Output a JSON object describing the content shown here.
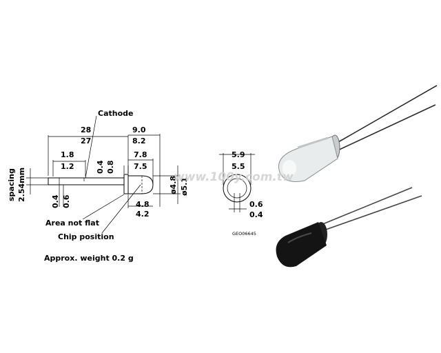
{
  "side_view": {
    "label_cathode": "Cathode",
    "dim_28": "28",
    "dim_27": "27",
    "dim_18": "1.8",
    "dim_12": "1.2",
    "dim_04a": "0.4",
    "dim_08": "0.8",
    "dim_90": "9.0",
    "dim_82": "8.2",
    "dim_78": "7.8",
    "dim_75": "7.5",
    "dim_48": "4.8",
    "dim_42": "4.2",
    "dim_d48": "ø4.8",
    "dim_d51": "ø5.1",
    "spacing_line1": "spacing",
    "spacing_line2": "2.54mm",
    "dim_04b": "0.4",
    "dim_06": "0.6",
    "label_area": "Area not flat",
    "label_chip": "Chip position",
    "weight": "Approx. weight 0.2 g"
  },
  "front_view": {
    "dim_59": "5.9",
    "dim_55": "5.5",
    "dim_06": "0.6",
    "dim_04": "0.4",
    "code": "GEO06645"
  },
  "watermark": "www.100y.com.tw",
  "colors": {
    "ink": "#000000",
    "watermark": "#d0d0d0",
    "clear_body": "#e8ecec",
    "dark_body": "#141414"
  }
}
